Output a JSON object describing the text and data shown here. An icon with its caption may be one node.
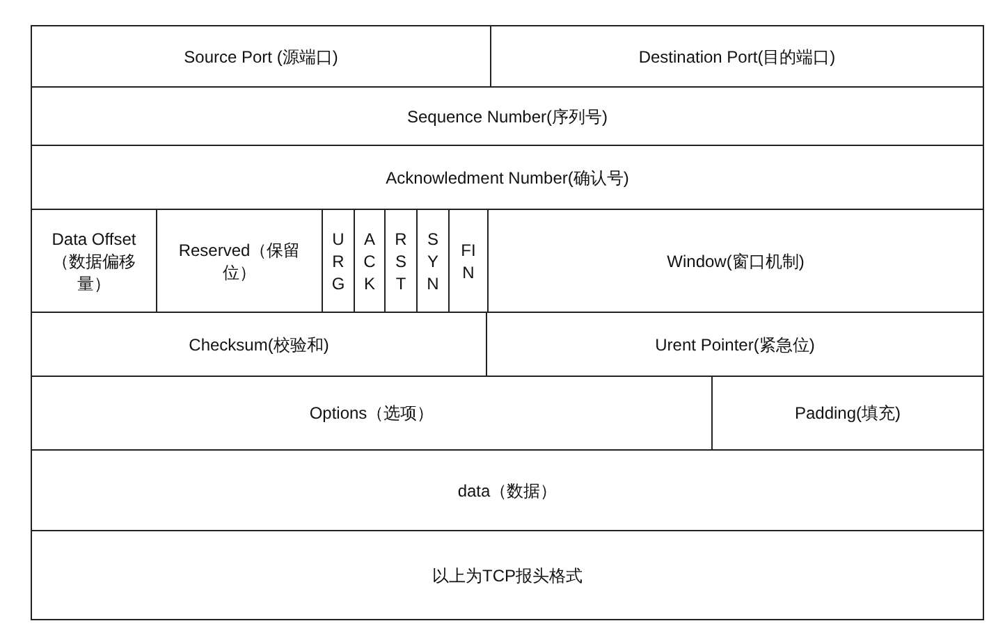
{
  "diagram": {
    "labels": [
      "Source Port (源端口)",
      "Destination Port(目的端口)",
      "Sequence Number(序列号)",
      "Acknowledment Number(确认号)",
      "Data Offset （数据偏移量）",
      "Reserved（保留位）",
      "URG",
      "ACK",
      "RST",
      "SYN",
      "FIN",
      "Window(窗口机制)",
      "Checksum(校验和)",
      "Urent Pointer(紧急位)",
      "Options（选项）",
      "Padding(填充)",
      "data（数据）",
      "以上为TCP报头格式"
    ]
  }
}
